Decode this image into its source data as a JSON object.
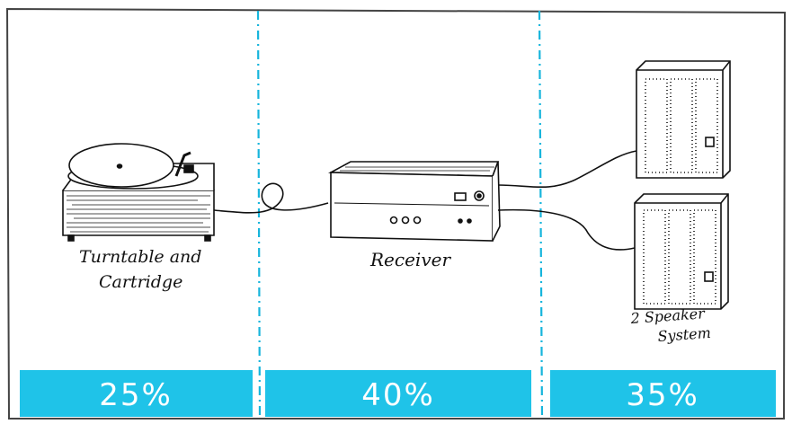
{
  "components": [
    {
      "label_line1": "Turntable and",
      "label_line2": "Cartridge",
      "share": "25%"
    },
    {
      "label_line1": "Receiver",
      "label_line2": "",
      "share": "40%"
    },
    {
      "label_line1": "2 Speaker",
      "label_line2": "System",
      "share": "35%"
    }
  ],
  "colors": {
    "bar": "#1fc3e8",
    "divider": "#17b5dc",
    "ink": "#111111",
    "frame": "#444444"
  }
}
